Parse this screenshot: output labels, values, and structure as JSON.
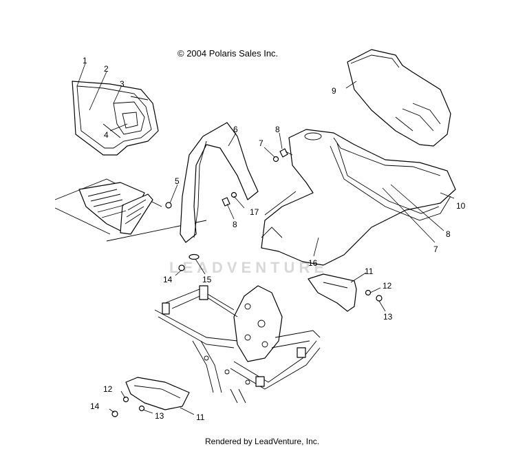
{
  "copyright": "© 2004 Polaris Sales Inc.",
  "footer": "Rendered by LeadVenture, Inc.",
  "watermark": "LEADVENTURE",
  "callouts": {
    "c1": "1",
    "c2": "2",
    "c3": "3",
    "c4": "4",
    "c5": "5",
    "c6": "6",
    "c7a": "7",
    "c7b": "7",
    "c8a": "8",
    "c8b": "8",
    "c8c": "8",
    "c9": "9",
    "c10": "10",
    "c11a": "11",
    "c11b": "11",
    "c12a": "12",
    "c12b": "12",
    "c13a": "13",
    "c13b": "13",
    "c14a": "14",
    "c14b": "14",
    "c15": "15",
    "c16": "16",
    "c17": "17"
  }
}
